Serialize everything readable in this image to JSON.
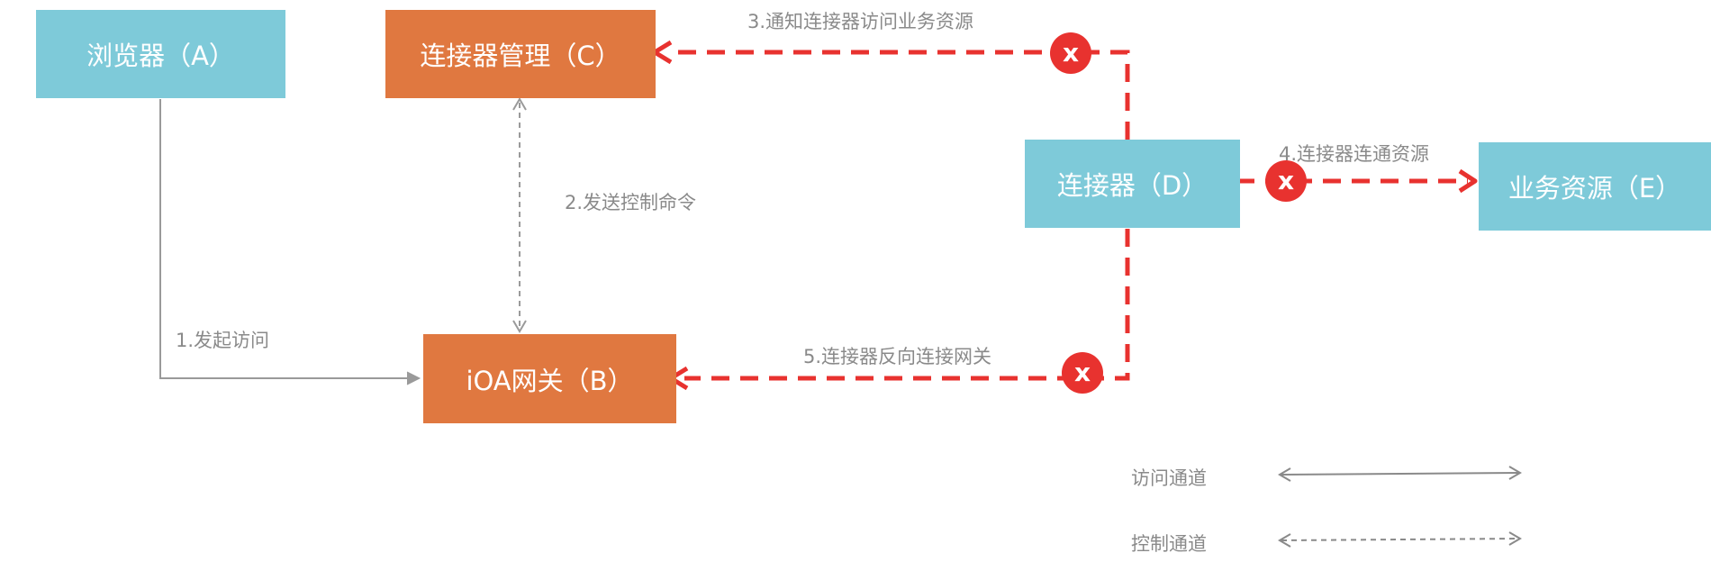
{
  "nodes": {
    "browser": "浏览器（A）",
    "connector_mgmt": "连接器管理（C）",
    "gateway": "iOA网关（B）",
    "connector": "连接器（D）",
    "business": "业务资源（E）"
  },
  "edges": {
    "e1": "1.发起访问",
    "e2": "2.发送控制命令",
    "e3": "3.通知连接器访问业务资源",
    "e4": "4.连接器连通资源",
    "e5": "5.连接器反向连接网关"
  },
  "blocked_mark": "x",
  "legend": {
    "access": "访问通道",
    "control": "控制通道"
  },
  "colors": {
    "blue_box": "#7ecad9",
    "orange_box": "#e07840",
    "red": "#e8322f",
    "gray": "#8a8a8a"
  }
}
